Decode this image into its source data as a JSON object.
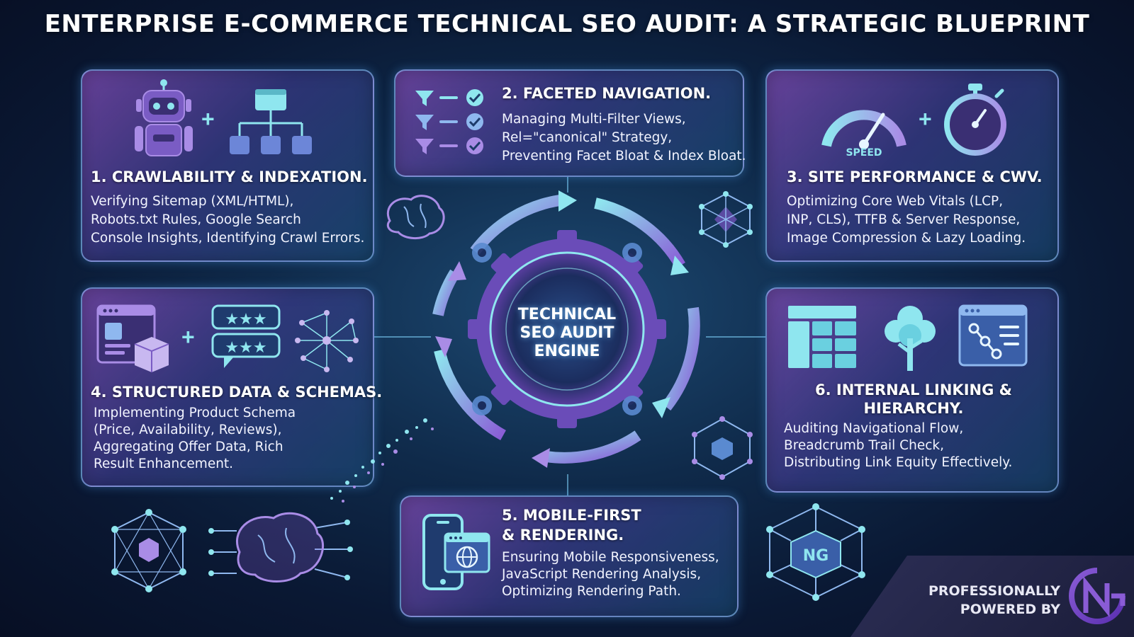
{
  "title": "ENTERPRISE E-COMMERCE TECHNICAL SEO AUDIT: A STRATEGIC BLUEPRINT",
  "engine": {
    "lines": [
      "TECHNICAL",
      "SEO AUDIT",
      "ENGINE"
    ]
  },
  "cards": [
    {
      "title": "1. CRAWLABILITY & INDEXATION.",
      "lines": [
        "Verifying Sitemap (XML/HTML),",
        "Robots.txt Rules, Google Search",
        "Console Insights, Identifying Crawl Errors."
      ],
      "icons": [
        "robot-icon",
        "sitemap-icon"
      ]
    },
    {
      "title": "2. FACETED NAVIGATION.",
      "lines": [
        "Managing Multi-Filter Views,",
        "Rel=\"canonical\" Strategy,",
        "Preventing Facet Bloat & Index Bloat."
      ],
      "icons": [
        "filter-checklist-icon"
      ]
    },
    {
      "title": "3. SITE PERFORMANCE & CWV.",
      "lines": [
        "Optimizing Core Web Vitals (LCP,",
        "INP, CLS), TTFB & Server Response,",
        "Image Compression & Lazy Loading."
      ],
      "icons": [
        "speedometer-icon",
        "stopwatch-icon"
      ],
      "speed_label": "SPEED"
    },
    {
      "title": "4. STRUCTURED DATA & SCHEMAS.",
      "lines": [
        "Implementing Product Schema",
        "(Price, Availability, Reviews),",
        "Aggregating Offer Data, Rich",
        "Result Enhancement."
      ],
      "icons": [
        "product-page-icon",
        "star-rating-icon",
        "network-icon"
      ]
    },
    {
      "title": "5. MOBILE-FIRST",
      "title2": "& RENDERING.",
      "lines": [
        "Ensuring Mobile Responsiveness,",
        "JavaScript Rendering Analysis,",
        "Optimizing Rendering Path."
      ],
      "icons": [
        "mobile-browser-icon"
      ]
    },
    {
      "title": "6. INTERNAL LINKING &",
      "title2": "HIERARCHY.",
      "lines": [
        "Auditing Navigational Flow,",
        "Breadcrumb Trail Check,",
        "Distributing Link Equity Effectively."
      ],
      "icons": [
        "grid-layout-icon",
        "tree-icon",
        "link-diagram-icon"
      ]
    }
  ],
  "powered": {
    "lines": [
      "PROFESSIONALLY",
      "POWERED BY"
    ]
  },
  "colors": {
    "accent_cyan": "#62d6e8",
    "accent_purple": "#8a5cd6",
    "border": "#96c8ff"
  }
}
